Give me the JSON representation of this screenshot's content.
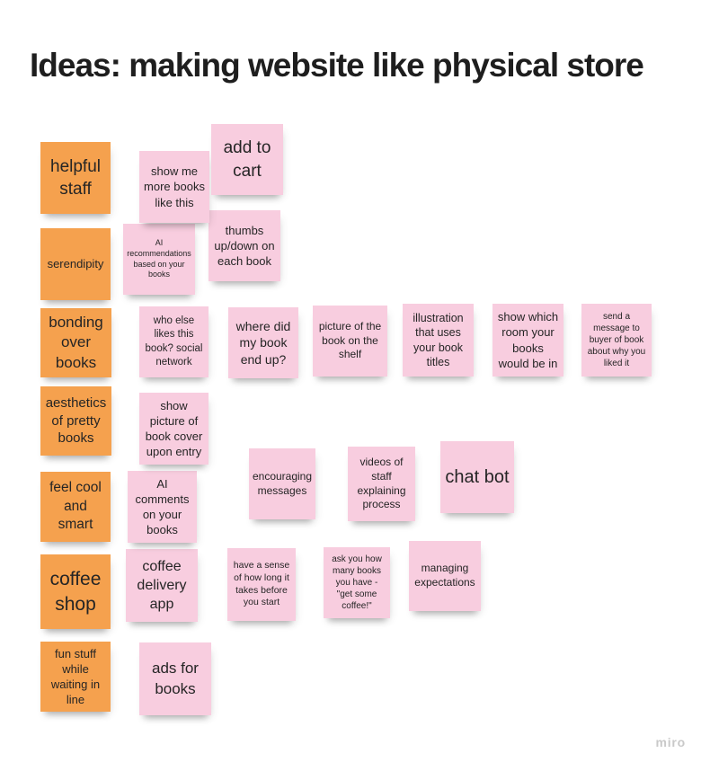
{
  "board": {
    "title": "Ideas: making website like physical store",
    "watermark": "miro"
  },
  "colors": {
    "background": "#FFFFFF",
    "orange_note": "#F5A14E",
    "pink_note": "#F8CDDF",
    "title_text": "#1E1E1E",
    "note_text": "#252525",
    "watermark_text": "#C9C9C9"
  },
  "notes": [
    {
      "text": "helpful staff",
      "color": "orange"
    },
    {
      "text": "serendipity",
      "color": "orange"
    },
    {
      "text": "bonding over books",
      "color": "orange"
    },
    {
      "text": "aesthetics of pretty books",
      "color": "orange"
    },
    {
      "text": "feel cool and smart",
      "color": "orange"
    },
    {
      "text": "coffee shop",
      "color": "orange"
    },
    {
      "text": "fun stuff while waiting in line",
      "color": "orange"
    },
    {
      "text": "show me more books like this",
      "color": "pink"
    },
    {
      "text": "AI recommendations based on your books",
      "color": "pink"
    },
    {
      "text": "who else likes this book? social network",
      "color": "pink"
    },
    {
      "text": "show picture of book cover upon entry",
      "color": "pink"
    },
    {
      "text": "AI comments on your books",
      "color": "pink"
    },
    {
      "text": "coffee delivery app",
      "color": "pink"
    },
    {
      "text": "ads for books",
      "color": "pink"
    },
    {
      "text": "add to cart",
      "color": "pink"
    },
    {
      "text": "thumbs up/down on each book",
      "color": "pink"
    },
    {
      "text": "where did my book end up?",
      "color": "pink"
    },
    {
      "text": "have a sense of how long it takes before you start",
      "color": "pink"
    },
    {
      "text": "encouraging messages",
      "color": "pink"
    },
    {
      "text": "picture of the book on the shelf",
      "color": "pink"
    },
    {
      "text": "videos of staff explaining process",
      "color": "pink"
    },
    {
      "text": "ask you how many books you have -\"get some coffee!\"",
      "color": "pink"
    },
    {
      "text": "illustration that uses your book titles",
      "color": "pink"
    },
    {
      "text": "chat bot",
      "color": "pink"
    },
    {
      "text": "managing expectations",
      "color": "pink"
    },
    {
      "text": "show which room your books would be in",
      "color": "pink"
    },
    {
      "text": "send a message to buyer of book about why you liked it",
      "color": "pink"
    }
  ]
}
